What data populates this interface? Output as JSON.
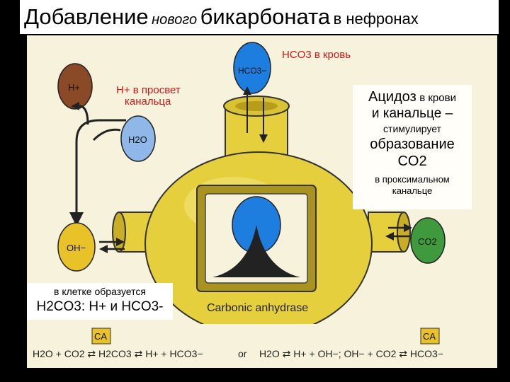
{
  "title": {
    "part1": "Добавление",
    "part2": "нового",
    "part3": "бикарбоната",
    "part4": "в нефронах"
  },
  "labels": {
    "hco3_blood": "HCO3 в кровь",
    "h_lumen_line1": "H+ в просвет",
    "h_lumen_line2": "канальца"
  },
  "molecules": {
    "h": "H+",
    "h2o": "H2O",
    "hco3": "HCO3−",
    "oh": "OH−",
    "co2": "CO2"
  },
  "acidosis": {
    "line1a": "Ацидоз",
    "line1b": "в крови",
    "line2": "и канальце –",
    "line3": "стимулирует",
    "line4": "образование",
    "line5": "CO2",
    "line6": "в проксимальном",
    "line7": "канальце"
  },
  "cell_note": {
    "line1": "в клетке образуется",
    "line2": "H2CO3: H+ и HCO3-"
  },
  "enzyme_label": "Carbonic anhydrase",
  "equations": {
    "left": "H2O + CO2 ⇄ H2CO3 ⇄ H+ + HCO3−",
    "or": "or",
    "right": "H2O ⇄ H+ + OH−; OH− + CO2 ⇄ HCO3−",
    "ca1": "CA",
    "ca2": "CA"
  },
  "colors": {
    "cell_body": "#e6cf3c",
    "blue": "#1e7ee0",
    "h_ball": "#8a4a28",
    "h2o_ball": "#8fb8e8",
    "oh_ball": "#e9c22a",
    "co2_ball": "#3e9a3c",
    "red_text": "#cc1a1a"
  }
}
